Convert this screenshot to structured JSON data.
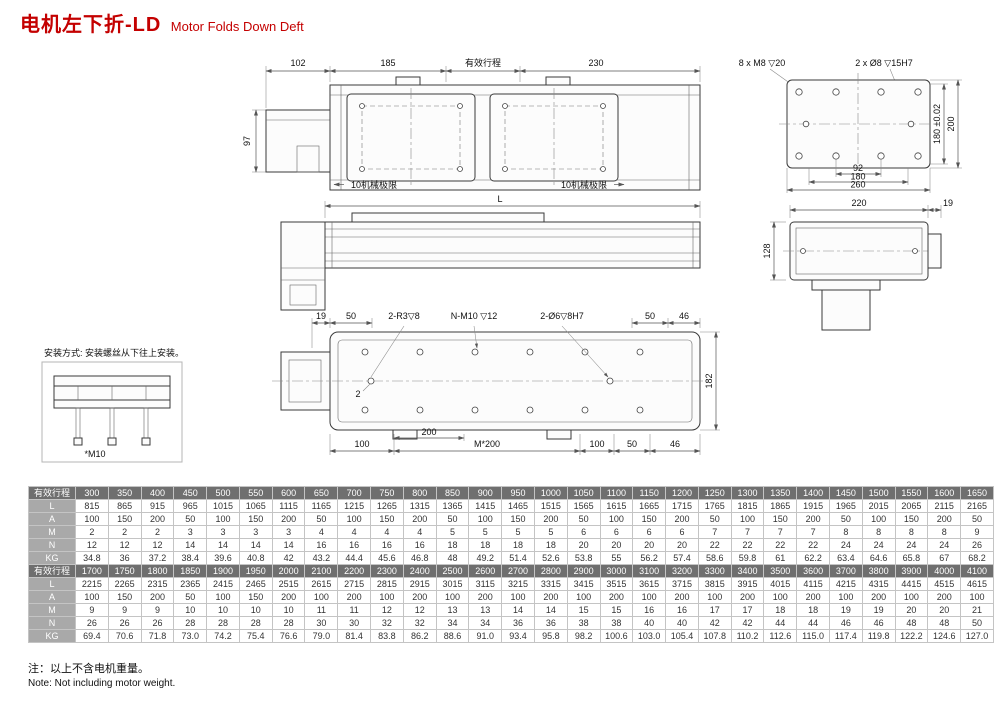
{
  "page": {
    "title_cn": "电机左下折-LD",
    "title_en": "Motor Folds Down Deft",
    "note_cn": "注：以上不含电机重量。",
    "note_en": "Note: Not including motor weight."
  },
  "drawings": {
    "top_view": {
      "dim_motor_width": "102",
      "dim_left_offset": "185",
      "stroke_label": "有效行程",
      "dim_right_offset": "230",
      "dim_height": "97",
      "limit_left": "10机械极限",
      "limit_right": "10机械极限"
    },
    "plate_view": {
      "holes_label": "8 x M8 ▽20",
      "pins_label": "2 x Ø8 ▽15H7",
      "dim_width": "200",
      "dim_tol": "180 ±0.02",
      "dim_92": "92",
      "dim_180": "180",
      "dim_260": "260"
    },
    "front_view": {
      "dim_length": "L"
    },
    "side_view": {
      "dim_220": "220",
      "dim_19": "19",
      "dim_128": "128"
    },
    "bottom_view": {
      "dim_19": "19",
      "dim_50_left": "50",
      "label_r3": "2-R3▽8",
      "label_m10": "N-M10 ▽12",
      "label_pins": "2-Ø6▽8H7",
      "dim_50_right": "50",
      "dim_46_right": "46",
      "dim_182": "182",
      "dim_2": "2",
      "dim_100_left": "100",
      "dim_200": "200",
      "dim_m200": "M*200",
      "dim_100_right": "100",
      "dim_50_bottom": "50",
      "dim_46_bottom": "46"
    },
    "install": {
      "note": "安装方式: 安装螺丝从下往上安装。",
      "screw_label": "*M10"
    }
  },
  "table": {
    "blocks": [
      {
        "rows": [
          {
            "label": "有效行程",
            "header": true,
            "values": [
              300,
              350,
              400,
              450,
              500,
              550,
              600,
              650,
              700,
              750,
              800,
              850,
              900,
              950,
              1000,
              1050,
              1100,
              1150,
              1200,
              1250,
              1300,
              1350,
              1400,
              1450,
              1500,
              1550,
              1600,
              1650
            ]
          },
          {
            "label": "L",
            "values": [
              815,
              865,
              915,
              965,
              1015,
              1065,
              1115,
              1165,
              1215,
              1265,
              1315,
              1365,
              1415,
              1465,
              1515,
              1565,
              1615,
              1665,
              1715,
              1765,
              1815,
              1865,
              1915,
              1965,
              2015,
              2065,
              2115,
              2165
            ]
          },
          {
            "label": "A",
            "values": [
              100,
              150,
              200,
              50,
              100,
              150,
              200,
              50,
              100,
              150,
              200,
              50,
              100,
              150,
              200,
              50,
              100,
              150,
              200,
              50,
              100,
              150,
              200,
              50,
              100,
              150,
              200,
              50
            ]
          },
          {
            "label": "M",
            "values": [
              2,
              2,
              2,
              3,
              3,
              3,
              3,
              4,
              4,
              4,
              4,
              5,
              5,
              5,
              5,
              6,
              6,
              6,
              6,
              7,
              7,
              7,
              7,
              8,
              8,
              8,
              8,
              9
            ]
          },
          {
            "label": "N",
            "values": [
              12,
              12,
              12,
              14,
              14,
              14,
              14,
              16,
              16,
              16,
              16,
              18,
              18,
              18,
              18,
              20,
              20,
              20,
              20,
              22,
              22,
              22,
              22,
              24,
              24,
              24,
              24,
              26
            ]
          },
          {
            "label": "KG",
            "values": [
              "34.8",
              "36",
              "37.2",
              "38.4",
              "39.6",
              "40.8",
              "42",
              "43.2",
              "44.4",
              "45.6",
              "46.8",
              "48",
              "49.2",
              "51.4",
              "52.6",
              "53.8",
              "55",
              "56.2",
              "57.4",
              "58.6",
              "59.8",
              "61",
              "62.2",
              "63.4",
              "64.6",
              "65.8",
              "67",
              "68.2"
            ]
          }
        ]
      },
      {
        "rows": [
          {
            "label": "有效行程",
            "header": true,
            "values": [
              1700,
              1750,
              1800,
              1850,
              1900,
              1950,
              2000,
              2100,
              2200,
              2300,
              2400,
              2500,
              2600,
              2700,
              2800,
              2900,
              3000,
              3100,
              3200,
              3300,
              3400,
              3500,
              3600,
              3700,
              3800,
              3900,
              4000,
              4100
            ]
          },
          {
            "label": "L",
            "values": [
              2215,
              2265,
              2315,
              2365,
              2415,
              2465,
              2515,
              2615,
              2715,
              2815,
              2915,
              3015,
              3115,
              3215,
              3315,
              3415,
              3515,
              3615,
              3715,
              3815,
              3915,
              4015,
              4115,
              4215,
              4315,
              4415,
              4515,
              4615
            ]
          },
          {
            "label": "A",
            "values": [
              100,
              150,
              200,
              50,
              100,
              150,
              200,
              100,
              200,
              100,
              200,
              100,
              200,
              100,
              200,
              100,
              200,
              100,
              200,
              100,
              200,
              100,
              200,
              100,
              200,
              100,
              200,
              100
            ]
          },
          {
            "label": "M",
            "values": [
              9,
              9,
              9,
              10,
              10,
              10,
              10,
              11,
              11,
              12,
              12,
              13,
              13,
              14,
              14,
              15,
              15,
              16,
              16,
              17,
              17,
              18,
              18,
              19,
              19,
              20,
              20,
              21
            ]
          },
          {
            "label": "N",
            "values": [
              26,
              26,
              26,
              28,
              28,
              28,
              28,
              30,
              30,
              32,
              32,
              34,
              34,
              36,
              36,
              38,
              38,
              40,
              40,
              42,
              42,
              44,
              44,
              46,
              46,
              48,
              48,
              50
            ]
          },
          {
            "label": "KG",
            "values": [
              "69.4",
              "70.6",
              "71.8",
              "73.0",
              "74.2",
              "75.4",
              "76.6",
              "79.0",
              "81.4",
              "83.8",
              "86.2",
              "88.6",
              "91.0",
              "93.4",
              "95.8",
              "98.2",
              "100.6",
              "103.0",
              "105.4",
              "107.8",
              "110.2",
              "112.6",
              "115.0",
              "117.4",
              "119.8",
              "122.2",
              "124.6",
              "127.0"
            ]
          }
        ]
      }
    ]
  }
}
